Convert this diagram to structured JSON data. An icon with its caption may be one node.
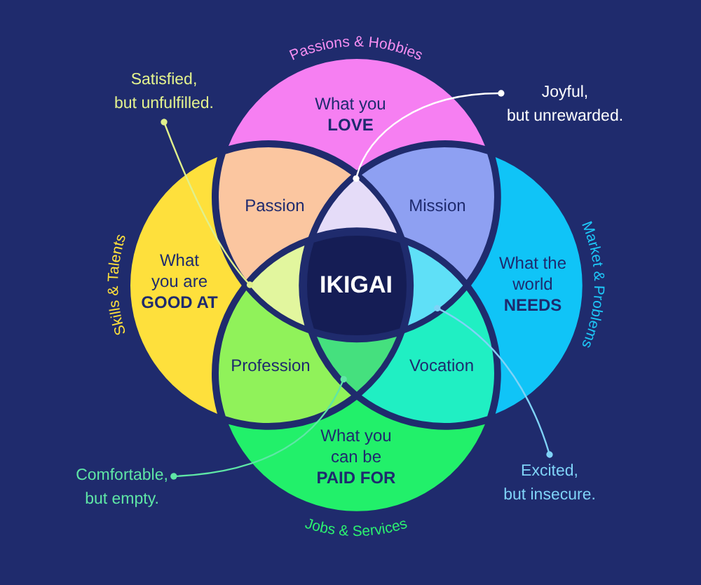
{
  "diagram": {
    "nodes": [
      {
        "text": [
          "Satisfied, but unfulfilled."
        ]
      },
      {
        "text": [
          "What you **LOVE**"
        ],
        "beside": [
          "Passions & Hobbies"
        ]
      },
      {
        "text": [
          "Joyful, but unrewarded."
        ]
      },
      {
        "text": [
          "Passion"
        ]
      },
      {
        "text": [],
        "shape": "triangle"
      },
      {
        "text": [
          "Mission"
        ]
      },
      {
        "text": [
          "What you are **GOOD AT**"
        ],
        "beside": [
          "Skills & Talents"
        ]
      },
      {
        "text": [],
        "shape": "triangle"
      },
      {
        "text": [
          "IKIGAI"
        ]
      },
      {
        "text": [],
        "shape": "triangle"
      },
      {
        "text": [
          "What the world **NEEDS**"
        ],
        "beside": [
          "Market & Problems"
        ]
      },
      {
        "text": [
          "Profession"
        ]
      },
      {
        "text": [],
        "shape": "triangle"
      },
      {
        "text": [
          "Vocation"
        ]
      },
      {
        "text": [
          "What you can be **PAID FOR**"
        ],
        "beside": [
          "Jobs & Services"
        ]
      },
      {
        "text": [
          "Comfortable, but empty."
        ]
      },
      {
        "text": [
          "Excited, but insecure."
        ]
      }
    ],
    "edges": [
      {
        "from": 0,
        "to": 7,
        "arrow": "other",
        "color": "#e0f08c"
      },
      {
        "from": 2,
        "to": 4,
        "arrow": "other",
        "color": "#ffffff"
      },
      {
        "from": 15,
        "to": 12,
        "arrow": "other",
        "color": "#5fe6a6"
      },
      {
        "from": 16,
        "to": 9,
        "arrow": "other",
        "color": "#7fd3f7"
      }
    ]
  }
}
